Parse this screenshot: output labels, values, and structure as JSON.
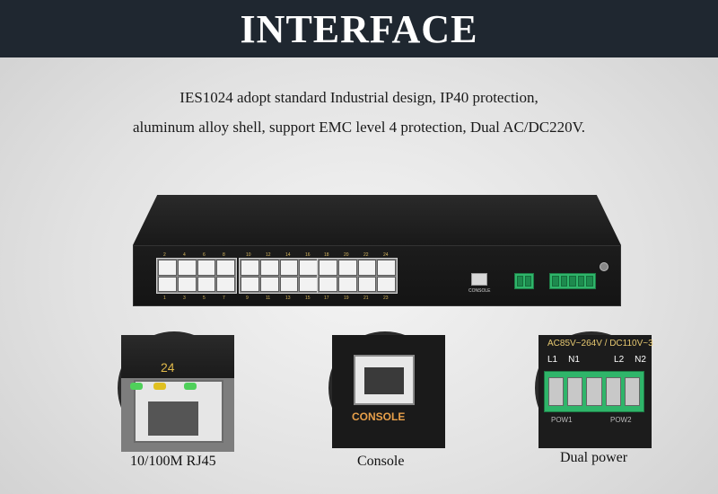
{
  "header": {
    "title": "INTERFACE"
  },
  "description": {
    "line1": "IES1024 adopt standard Industrial design, IP40 protection,",
    "line2": "aluminum alloy shell, support EMC level 4 protection, Dual AC/DC220V."
  },
  "device": {
    "port_numbers_top": [
      "2",
      "4",
      "6",
      "8",
      "10",
      "12",
      "14",
      "16",
      "18",
      "20",
      "22",
      "24"
    ],
    "port_numbers_bottom": [
      "1",
      "3",
      "5",
      "7",
      "9",
      "11",
      "13",
      "15",
      "17",
      "19",
      "21",
      "23"
    ],
    "console_label": "CONSOLE"
  },
  "details": {
    "rj45": {
      "port_label": "24",
      "caption": "10/100M RJ45"
    },
    "console": {
      "label": "CONSOLE",
      "caption": "Console"
    },
    "power": {
      "voltage": "AC85V~264V / DC110V~3",
      "terminals": [
        "L1",
        "N1",
        "L2",
        "N2"
      ],
      "sub_left": "POW1",
      "sub_right": "POW2",
      "caption": "Dual power"
    }
  },
  "colors": {
    "banner": "#1f2730",
    "terminal_green": "#2fb56a",
    "port_label_gold": "#d8b860",
    "led_green": "#4fd05a",
    "led_yellow": "#e0c020"
  }
}
